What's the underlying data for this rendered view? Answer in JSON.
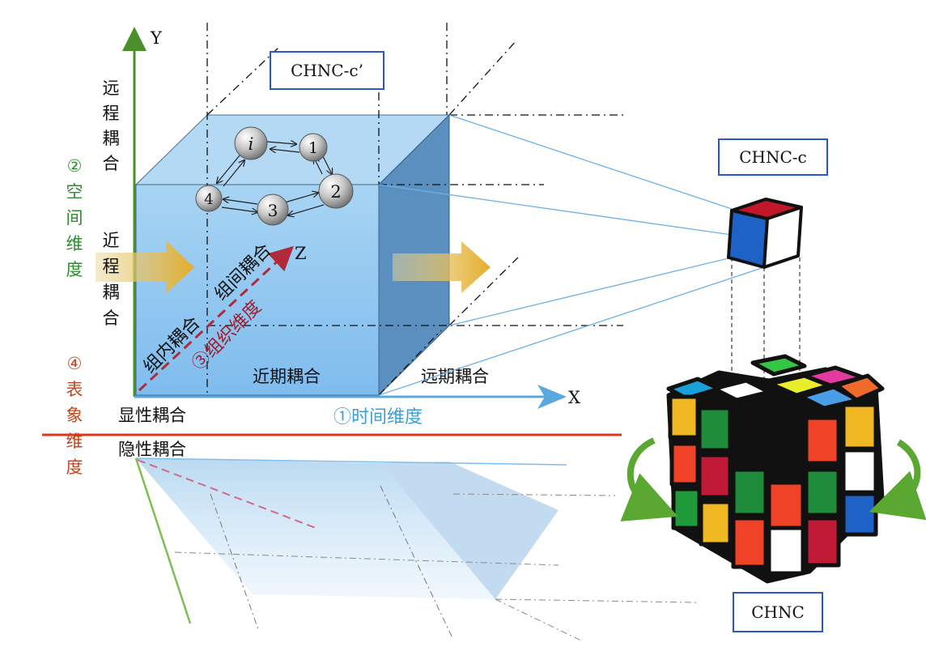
{
  "labels": {
    "axis_y": "Y",
    "axis_x": "X",
    "axis_z": "Z",
    "far_coupling": [
      "远",
      "程",
      "耦",
      "合"
    ],
    "near_coupling": [
      "近",
      "程",
      "耦",
      "合"
    ],
    "dim_space": [
      "②",
      "空",
      "间",
      "维",
      "度"
    ],
    "dim_surface": [
      "④",
      "表",
      "象",
      "维",
      "度"
    ],
    "dim_time": "①时间维度",
    "dim_org": "③组织维度",
    "intra_group": "组内耦合",
    "inter_group": "组间耦合",
    "near_term": "近期耦合",
    "far_term": "远期耦合",
    "explicit": "显性耦合",
    "implicit": "隐性耦合",
    "box_top": "CHNC-c’",
    "box_cell": "CHNC-c",
    "box_cube": "CHNC"
  },
  "nodes": [
    {
      "id": "node-i",
      "label": "i"
    },
    {
      "id": "node-1",
      "label": "1"
    },
    {
      "id": "node-2",
      "label": "2"
    },
    {
      "id": "node-3",
      "label": "3"
    },
    {
      "id": "node-4",
      "label": "4"
    }
  ],
  "colors": {
    "y_axis": "#4a8f2a",
    "x_axis": "#5ba8df",
    "z_axis": "#b02a3a",
    "space_dim": "#2e8b2e",
    "surface_dim": "#c0461e",
    "time_dim": "#3a9ed8",
    "red_line": "#d9391a",
    "box_border": "#2a56c6",
    "arrow_yellow": "#e8b53a"
  }
}
